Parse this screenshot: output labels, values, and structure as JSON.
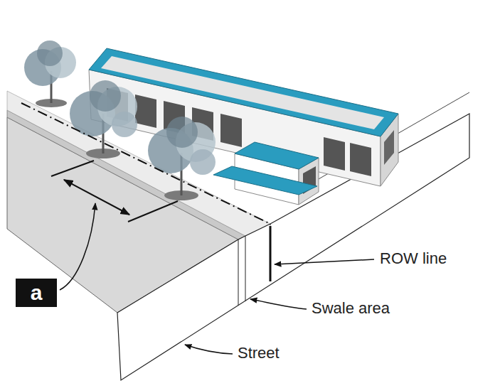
{
  "diagram": {
    "nodes": [
      {
        "text": [
          "a"
        ]
      }
    ],
    "labels": [
      "ROW line",
      "Swale area",
      "Street"
    ]
  }
}
